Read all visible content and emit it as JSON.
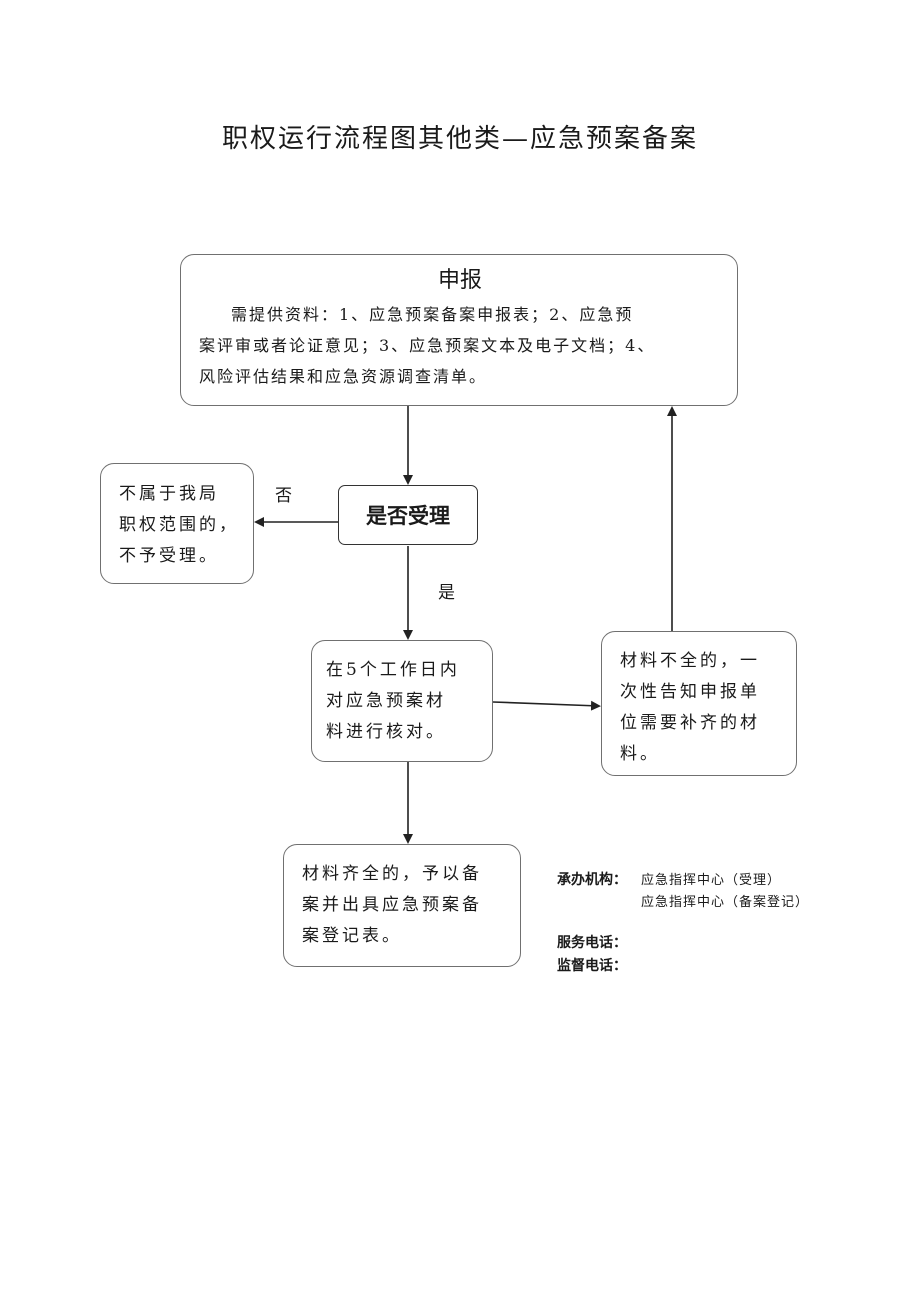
{
  "title": "职权运行流程图其他类—应急预案备案",
  "apply": {
    "heading": "申报",
    "lines": [
      "需提供资料：1、应急预案备案申报表；2、应急预",
      "案评审或者论证意见；3、应急预案文本及电子文档；4、",
      "风险评估结果和应急资源调查清单。"
    ]
  },
  "accept": {
    "label": "是否受理"
  },
  "reject": {
    "lines": [
      "不属于我局",
      "职权范围的，",
      "不予受理。"
    ]
  },
  "no_label": "否",
  "yes_label": "是",
  "check": {
    "lines": [
      "在5个工作日内",
      "对应急预案材",
      "料进行核对。"
    ]
  },
  "incomplete": {
    "lines": [
      "材料不全的，一",
      "次性告知申报单",
      "位需要补齐的材",
      "料。"
    ]
  },
  "complete": {
    "lines": [
      "材料齐全的，予以备",
      "案并出具应急预案备",
      "案登记表。"
    ]
  },
  "info": {
    "agency_label": "承办机构：",
    "agency_lines": [
      "应急指挥中心（受理）",
      "应急指挥中心（备案登记）"
    ],
    "service_phone_label": "服务电话：",
    "supervision_phone_label": "监督电话："
  }
}
